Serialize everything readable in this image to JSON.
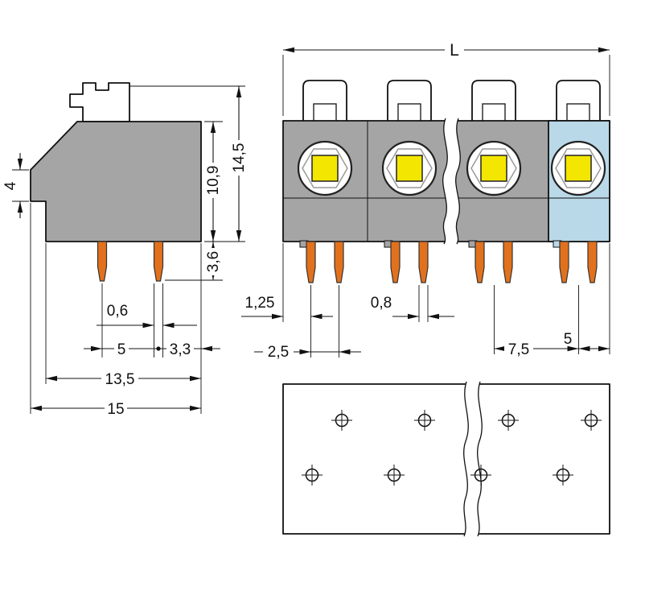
{
  "diagram": {
    "kind": "terminal-block-dimensional-drawing",
    "colors": {
      "housing_gray": "#a5a5a5",
      "end_module_blue": "#b9d8e8",
      "solder_pin_orange": "#e2711d",
      "pushbutton_yellow": "#f3e600",
      "line": "#111111"
    },
    "side_view": {
      "dims": {
        "h_total": "14,5",
        "h_body": "10,9",
        "h_step": "4",
        "pin_len": "3,6",
        "pin_w": "0,6",
        "pin_pitch": "5",
        "pin_edge": "3,3",
        "w_body": "13,5",
        "w_total": "15"
      }
    },
    "front_view": {
      "dims": {
        "length": "L",
        "edge_pin": "1,25",
        "pair_pitch": "2,5",
        "pin_w": "0,8",
        "pole_pitch": "7,5",
        "end_w": "5"
      }
    }
  }
}
